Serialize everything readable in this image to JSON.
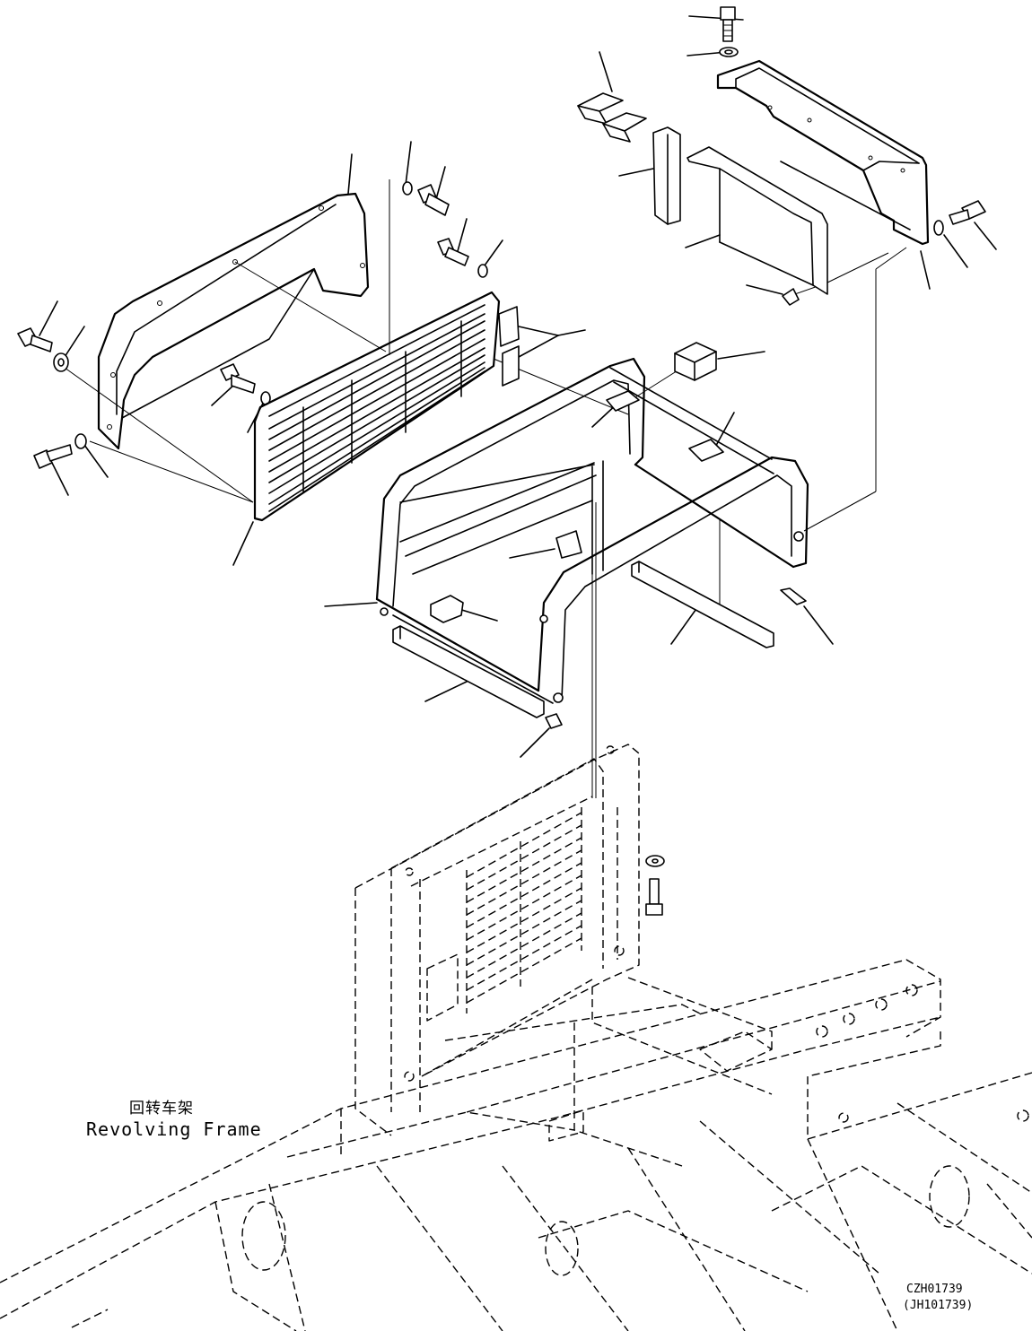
{
  "frame_label": {
    "chinese": "回转车架",
    "english": "Revolving Frame"
  },
  "drawing_codes": {
    "primary": "CZH01739",
    "secondary": "(JH101739)"
  }
}
